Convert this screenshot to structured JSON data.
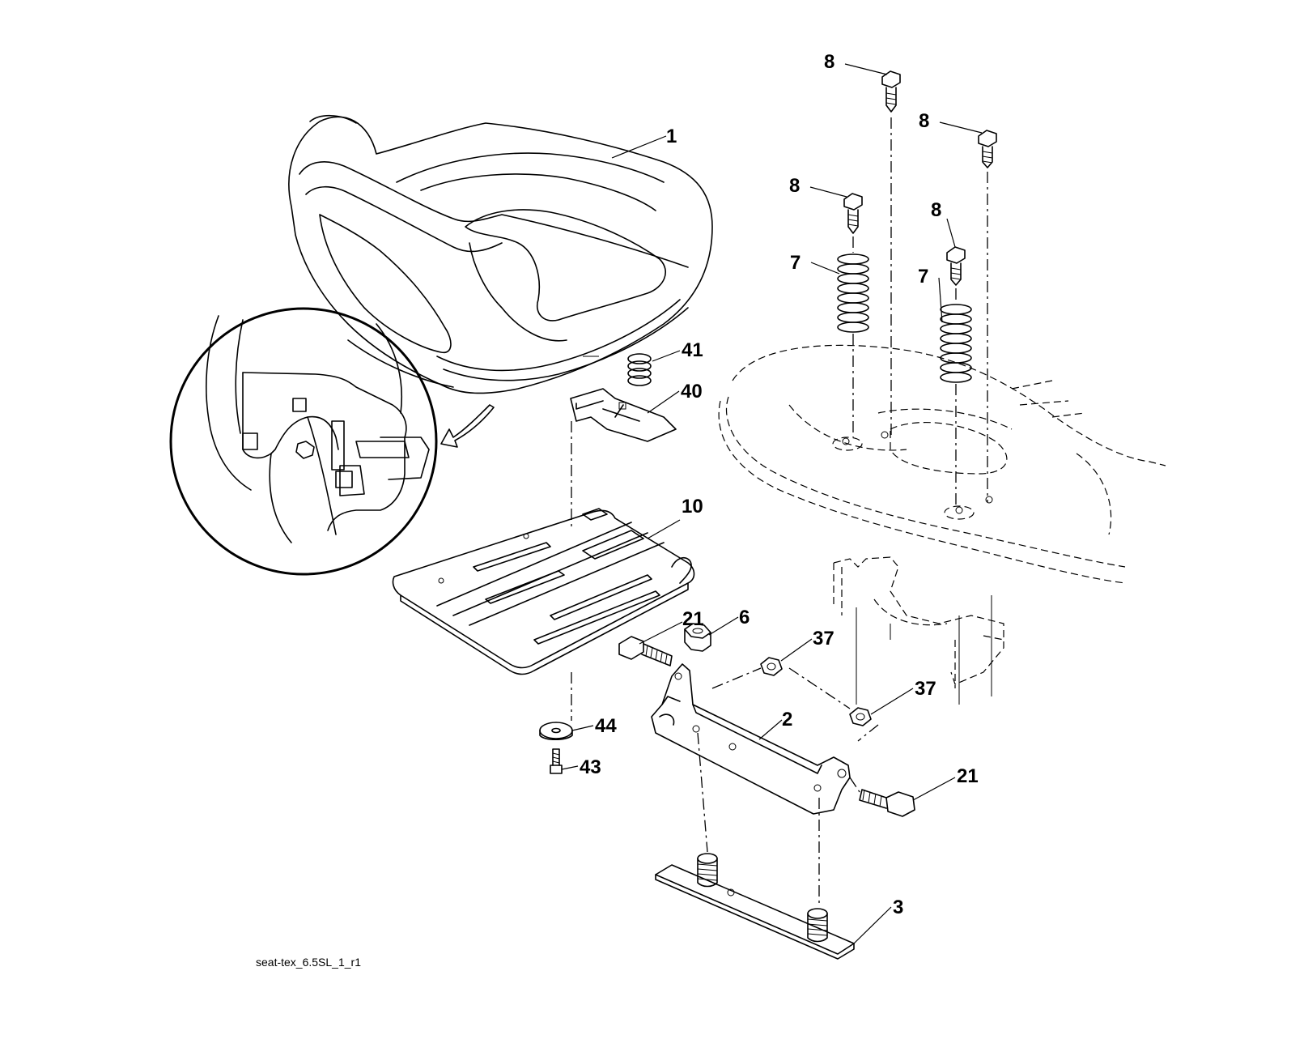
{
  "diagram": {
    "caption": "seat-tex_6.5SL_1_r1",
    "callouts": [
      {
        "id": "c1",
        "label": "1"
      },
      {
        "id": "c8a",
        "label": "8"
      },
      {
        "id": "c8b",
        "label": "8"
      },
      {
        "id": "c8c",
        "label": "8"
      },
      {
        "id": "c8d",
        "label": "8"
      },
      {
        "id": "c7a",
        "label": "7"
      },
      {
        "id": "c7b",
        "label": "7"
      },
      {
        "id": "c41",
        "label": "41"
      },
      {
        "id": "c40",
        "label": "40"
      },
      {
        "id": "c10",
        "label": "10"
      },
      {
        "id": "c21a",
        "label": "21"
      },
      {
        "id": "c6",
        "label": "6"
      },
      {
        "id": "c37a",
        "label": "37"
      },
      {
        "id": "c37b",
        "label": "37"
      },
      {
        "id": "c2",
        "label": "2"
      },
      {
        "id": "c44",
        "label": "44"
      },
      {
        "id": "c43",
        "label": "43"
      },
      {
        "id": "c21b",
        "label": "21"
      },
      {
        "id": "c3",
        "label": "3"
      }
    ]
  }
}
